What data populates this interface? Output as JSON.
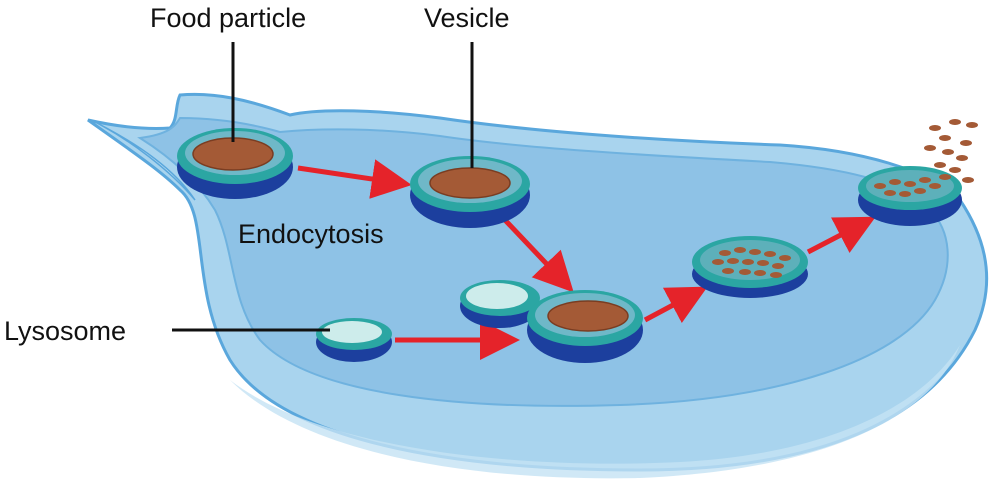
{
  "labels": {
    "food_particle": "Food particle",
    "vesicle": "Vesicle",
    "endocytosis": "Endocytosis",
    "lysosome": "Lysosome"
  },
  "colors": {
    "cell_outer": "#a9d4ee",
    "cell_inner": "#8ec2e6",
    "cell_edge": "#5aa7dc",
    "vesicle_rim": "#2ba6a3",
    "vesicle_base": "#1c3f9e",
    "vesicle_cap": "#a7c6e8",
    "food": "#a45a36",
    "lysosome_fill": "#cdeceb",
    "arrow": "#e5232a",
    "leader": "#111111"
  }
}
